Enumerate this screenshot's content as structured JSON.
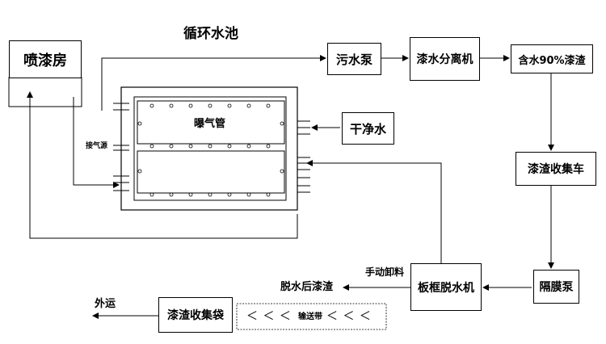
{
  "labels": {
    "spray_booth": "喷漆房",
    "circulating_pool": "循环水池",
    "sewage_pump": "污水泵",
    "paint_water_separator": "漆水分离机",
    "sludge_90": "含水90%漆渣",
    "aeration_pipe": "曝气管",
    "clean_water": "干净水",
    "air_source": "接气源",
    "sludge_cart": "漆渣收集车",
    "diaphragm_pump": "隔膜泵",
    "plate_frame_dehydrator": "板框脱水机",
    "manual_unload": "手动卸料",
    "dehydrated_sludge": "脱水后漆渣",
    "conveyor": "输送带",
    "conveyor_arrows": "＜ ＜ ＜",
    "conveyor_arrows_right": "＜ ＜ ＜",
    "sludge_bag": "漆渣收集袋",
    "ship_out": "外运"
  },
  "colors": {
    "line": "#000000",
    "bg": "#ffffff"
  }
}
